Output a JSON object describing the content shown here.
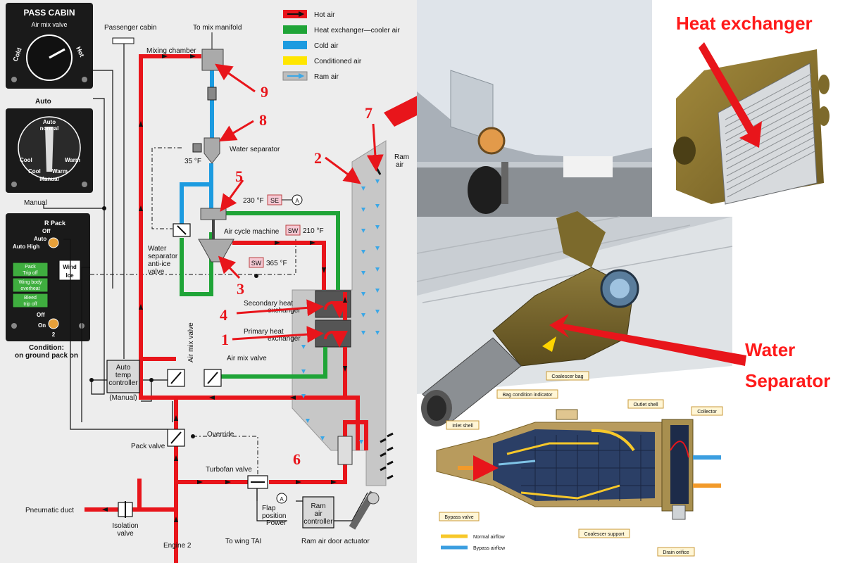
{
  "panels": {
    "pass_cabin": {
      "title": "PASS CABIN",
      "subtitle": "Air mix valve",
      "cold": "Cold",
      "hot": "Hot"
    },
    "auto_temp": {
      "auto": "Auto",
      "auto_normal_1": "Auto",
      "auto_normal_2": "normal",
      "cool": "Cool",
      "cool2": "Cool",
      "warm": "Warm",
      "warm2": "Warm",
      "manual": "Manual",
      "manual_out": "Manual"
    },
    "pack": {
      "title": "R Pack",
      "off": "Off",
      "auto": "Auto",
      "auto_high": "Auto High",
      "pack_trip_1": "Pack",
      "pack_trip_2": "Trip off",
      "wing_body_1": "Wing body",
      "wing_body_2": "overheat",
      "bleed_1": "Bleed",
      "bleed_2": "trip off",
      "wind_ice_1": "Wind",
      "wind_ice_2": "Ice",
      "switch_off": "Off",
      "switch_on": "On",
      "engine_no": "2",
      "condition_1": "Condition:",
      "condition_2": "on ground pack on"
    }
  },
  "legend": [
    {
      "label": "Hot air",
      "color": "#e8151b",
      "kind": "arrow"
    },
    {
      "label": "Heat exchanger—cooler air",
      "color": "#1fa437",
      "kind": "bar"
    },
    {
      "label": "Cold air",
      "color": "#1c9be0",
      "kind": "bar"
    },
    {
      "label": "Conditioned air",
      "color": "#ffe600",
      "kind": "bar"
    },
    {
      "label": "Ram air",
      "color": "#bdbdbd",
      "kind": "ram"
    }
  ],
  "labels": {
    "passenger_cabin": "Passenger cabin",
    "to_mix_manifold": "To mix manifold",
    "mixing_chamber": "Mixing chamber",
    "water_separator": "Water separator",
    "temp_35": "35 °F",
    "temp_230": "230 °F",
    "se": "SE",
    "a": "A",
    "sw": "SW",
    "temp_210": "210 °F",
    "temp_365": "365 °F",
    "air_cycle_machine": "Air cycle machine",
    "ws_anti_ice_1": "Water",
    "ws_anti_ice_2": "separator",
    "ws_anti_ice_3": "anti-ice",
    "ws_anti_ice_4": "valve",
    "secondary_hx_1": "Secondary heat",
    "secondary_hx_2": "exchanger",
    "primary_hx_1": "Primary heat",
    "primary_hx_2": "exchanger",
    "air_mix_valve": "Air mix valve",
    "air_mix_valve_v": "Air mix valve",
    "auto_temp_1": "Auto",
    "auto_temp_2": "temp",
    "auto_temp_3": "controller",
    "manual_paren": "(Manual)",
    "pack_valve": "Pack valve",
    "override": "Override",
    "turbofan_valve": "Turbofan valve",
    "pneumatic_duct": "Pneumatic duct",
    "isolation_valve_1": "Isolation",
    "isolation_valve_2": "valve",
    "engine_2": "Engine 2",
    "to_wing_tai": "To wing TAI",
    "flap_position_1": "Flap",
    "flap_position_2": "position",
    "power": "Power",
    "ram_air_ctrl_1": "Ram",
    "ram_air_ctrl_2": "air",
    "ram_air_ctrl_3": "controller",
    "ram_air_door_actuator": "Ram air door actuator",
    "ram_air_1": "Ram",
    "ram_air_2": "air"
  },
  "callouts": [
    "1",
    "2",
    "3",
    "4",
    "5",
    "6",
    "7",
    "8",
    "9"
  ],
  "photos": {
    "heat_exchanger_title": "Heat exchanger",
    "water_separator_title_1": "Water",
    "water_separator_title_2": "Separator"
  },
  "cutaway": {
    "coalescer_bag": "Coalescer bag",
    "bag_condition_indicator": "Bag condition indicator",
    "outlet_shell": "Outlet shell",
    "collector": "Collector",
    "inlet_shell": "Inlet shell",
    "bypass_valve": "Bypass valve",
    "coalescer_support": "Coalescer support",
    "drain_orifice": "Drain orifice",
    "normal_airflow": "Normal airflow",
    "bypass_airflow": "Bypass airflow"
  }
}
